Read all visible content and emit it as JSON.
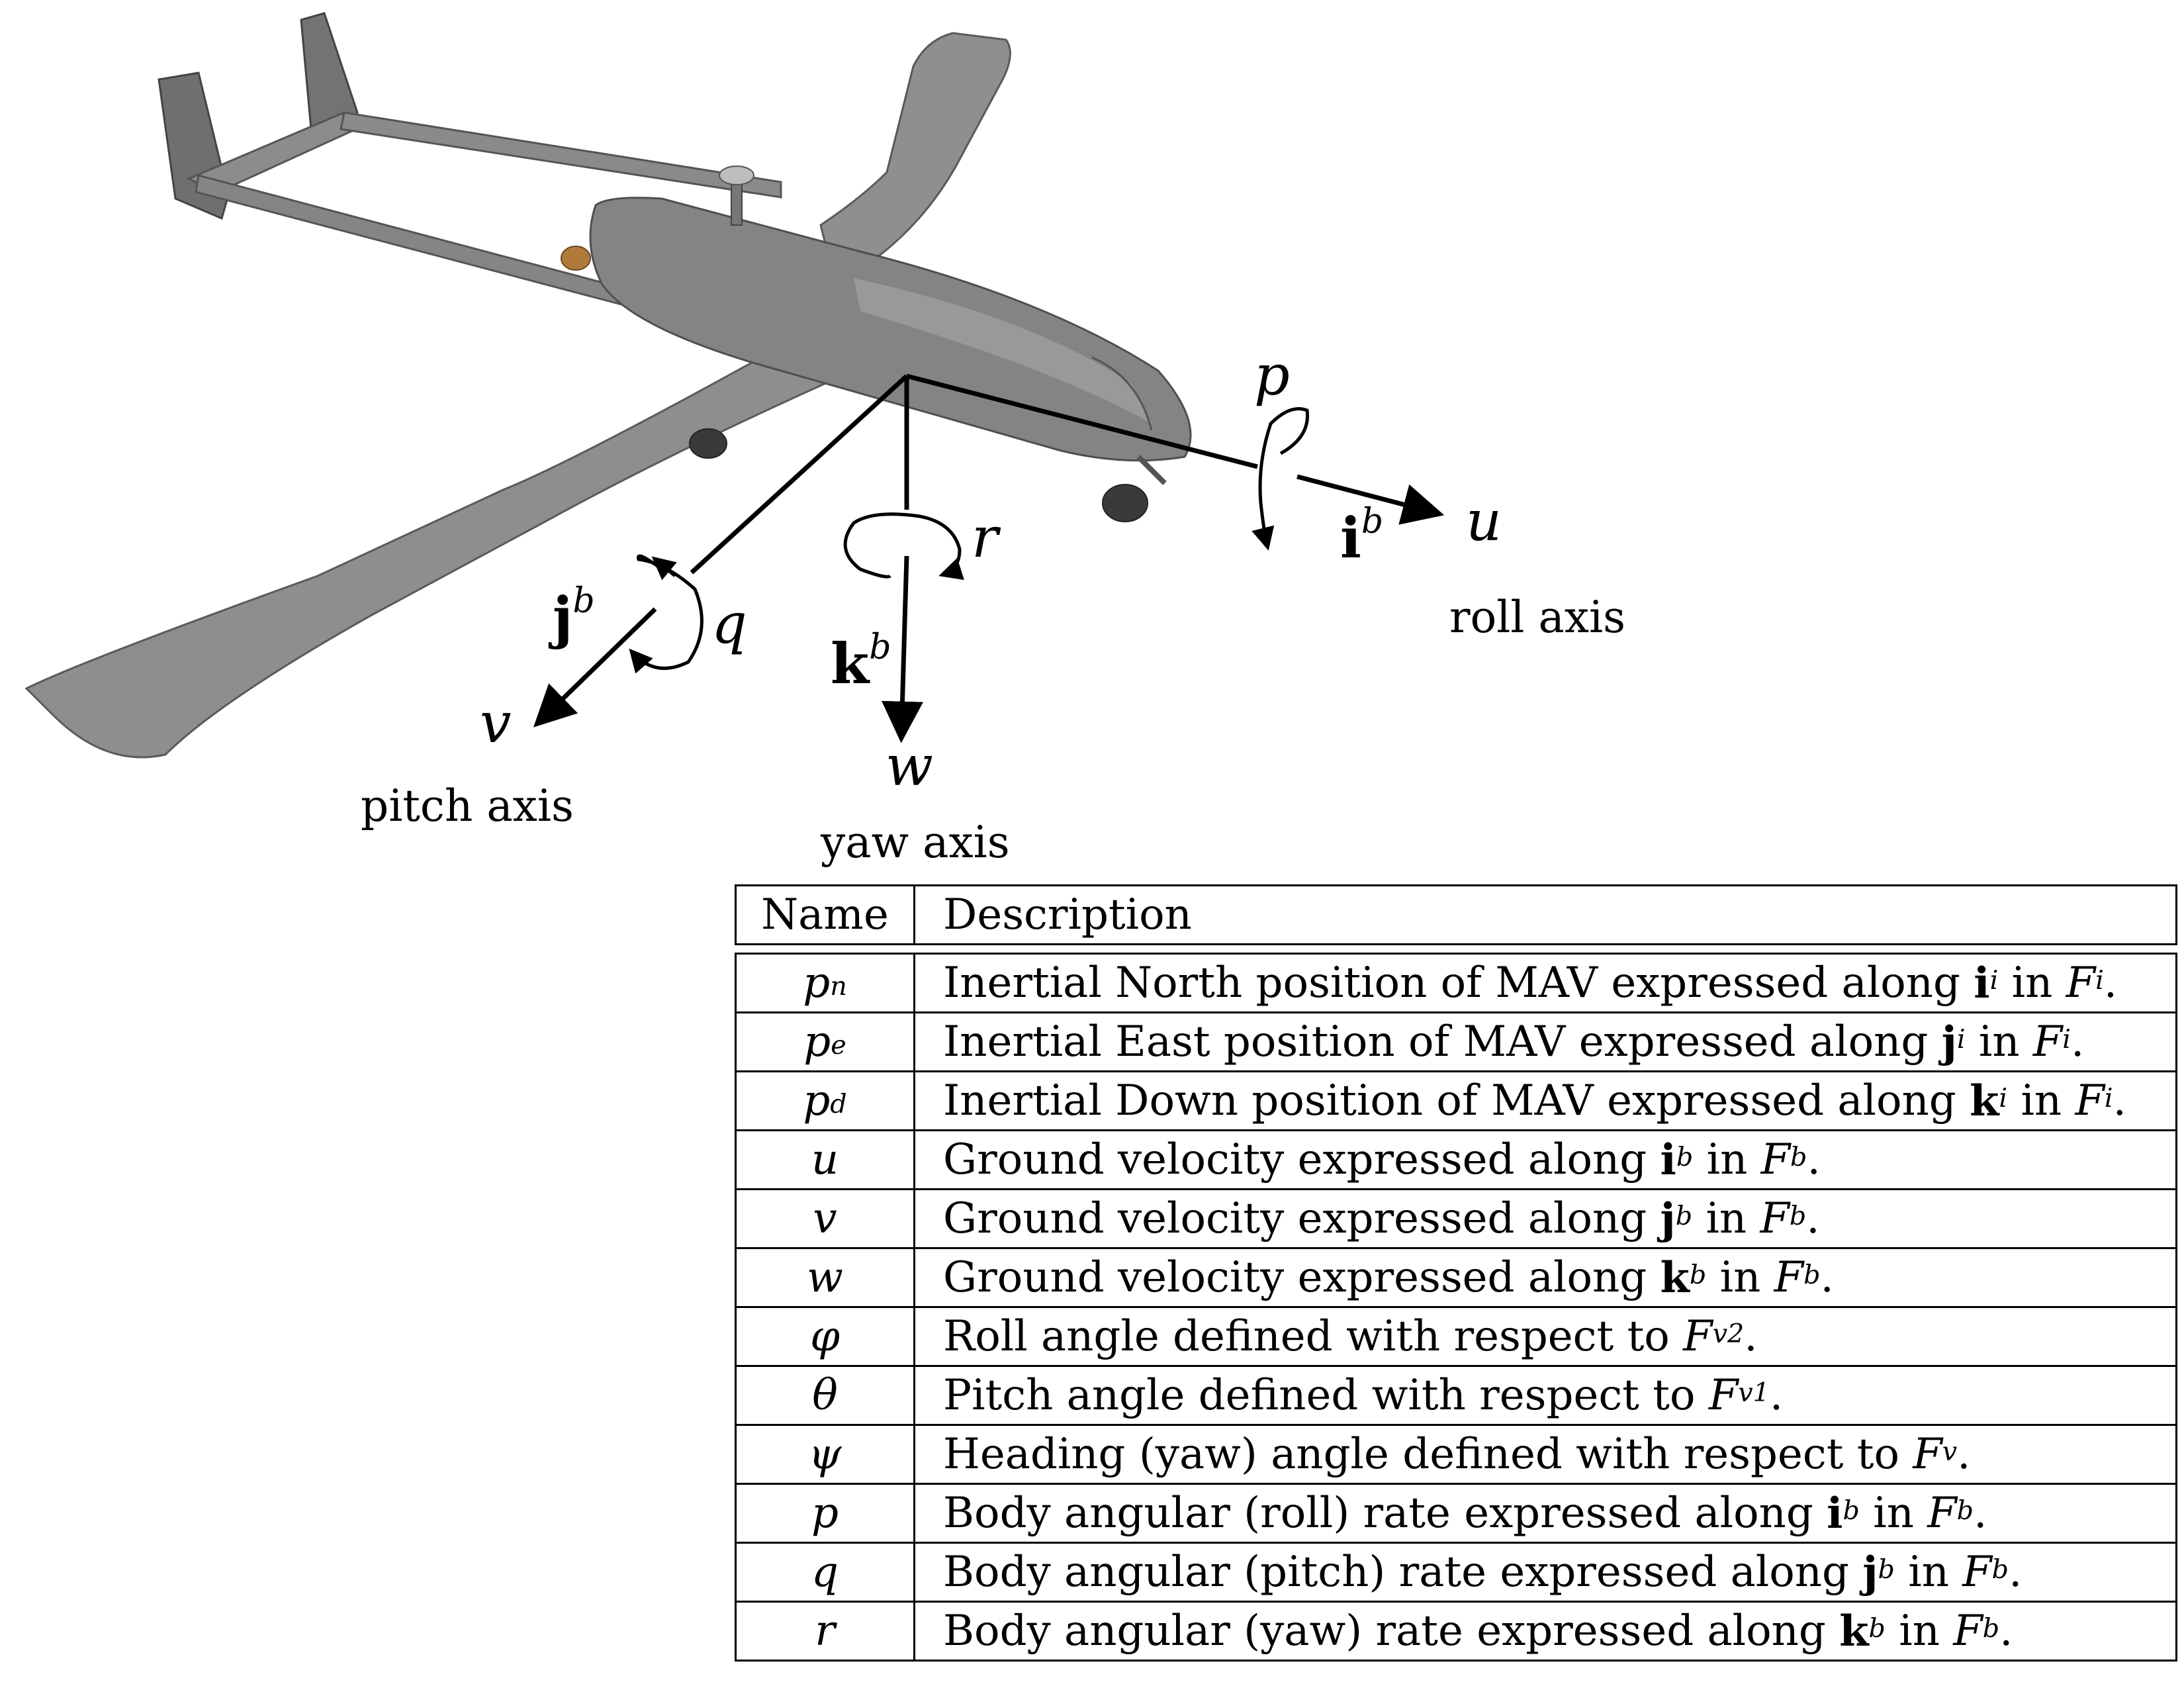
{
  "figure": {
    "labels": {
      "p": "p",
      "q": "q",
      "r": "r",
      "u": "u",
      "v": "v",
      "w": "w",
      "i_vec": "i",
      "j_vec": "j",
      "k_vec": "k",
      "frame_sup": "b",
      "roll_axis": "roll axis",
      "pitch_axis": "pitch axis",
      "yaw_axis": "yaw axis"
    },
    "colors": {
      "aircraft": "#7a7a7a",
      "aircraft_dark": "#4d4d4d",
      "aircraft_light": "#a8a8a8",
      "ink": "#000000"
    }
  },
  "table": {
    "headers": {
      "name": "Name",
      "description": "Description"
    },
    "rows": [
      {
        "name": "p",
        "sub": "n",
        "pre": "Inertial North position of MAV expressed along ",
        "vec": "i",
        "vsup": "i",
        "mid": " in ",
        "frame": "F",
        "fsup": "i",
        "end": "."
      },
      {
        "name": "p",
        "sub": "e",
        "pre": "Inertial East position of MAV expressed along ",
        "vec": "j",
        "vsup": "i",
        "mid": " in ",
        "frame": "F",
        "fsup": "i",
        "end": "."
      },
      {
        "name": "p",
        "sub": "d",
        "pre": "Inertial Down position of MAV expressed along ",
        "vec": "k",
        "vsup": "i",
        "mid": " in ",
        "frame": "F",
        "fsup": "i",
        "end": "."
      },
      {
        "name": "u",
        "sub": "",
        "pre": "Ground velocity expressed along ",
        "vec": "i",
        "vsup": "b",
        "mid": " in ",
        "frame": "F",
        "fsup": "b",
        "end": "."
      },
      {
        "name": "v",
        "sub": "",
        "pre": "Ground velocity expressed along ",
        "vec": "j",
        "vsup": "b",
        "mid": " in ",
        "frame": "F",
        "fsup": "b",
        "end": "."
      },
      {
        "name": "w",
        "sub": "",
        "pre": "Ground velocity expressed along ",
        "vec": "k",
        "vsup": "b",
        "mid": " in ",
        "frame": "F",
        "fsup": "b",
        "end": "."
      },
      {
        "name": "φ",
        "sub": "",
        "pre": "Roll angle defined with respect to ",
        "vec": "",
        "vsup": "",
        "mid": "",
        "frame": "F",
        "fsup": "v2",
        "end": "."
      },
      {
        "name": "θ",
        "sub": "",
        "pre": "Pitch angle defined with respect to ",
        "vec": "",
        "vsup": "",
        "mid": "",
        "frame": "F",
        "fsup": "v1",
        "end": "."
      },
      {
        "name": "ψ",
        "sub": "",
        "pre": "Heading (yaw) angle defined with respect to ",
        "vec": "",
        "vsup": "",
        "mid": "",
        "frame": "F",
        "fsup": "v",
        "end": "."
      },
      {
        "name": "p",
        "sub": "",
        "pre": "Body angular (roll) rate expressed along ",
        "vec": "i",
        "vsup": "b",
        "mid": " in ",
        "frame": "F",
        "fsup": "b",
        "end": "."
      },
      {
        "name": "q",
        "sub": "",
        "pre": "Body angular (pitch) rate expressed along ",
        "vec": "j",
        "vsup": "b",
        "mid": " in ",
        "frame": "F",
        "fsup": "b",
        "end": "."
      },
      {
        "name": "r",
        "sub": "",
        "pre": "Body angular (yaw) rate expressed along ",
        "vec": "k",
        "vsup": "b",
        "mid": " in ",
        "frame": "F",
        "fsup": "b",
        "end": "."
      }
    ]
  }
}
